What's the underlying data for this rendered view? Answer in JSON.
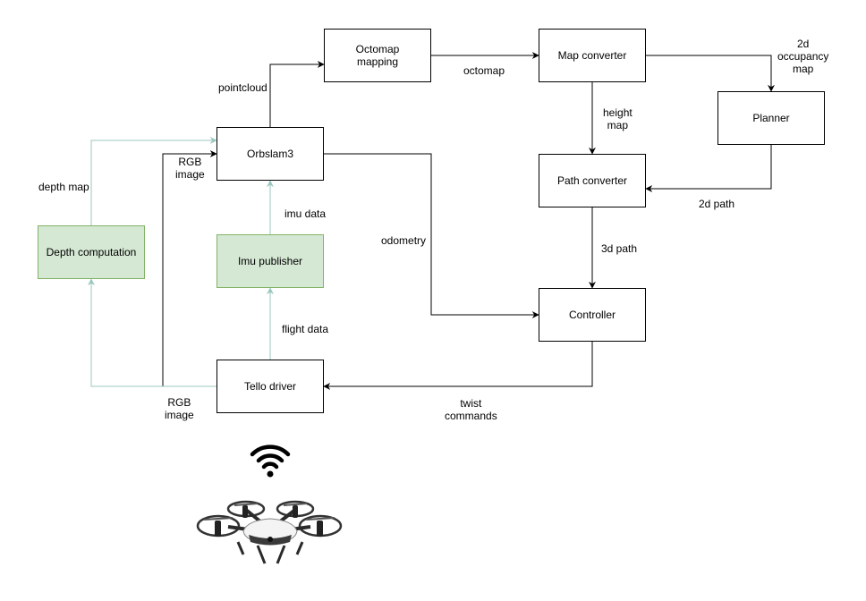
{
  "colors": {
    "black": "#000000",
    "teal": "#9ac7bf",
    "green_fill": "#d5e8d4",
    "green_border": "#82b366"
  },
  "nodes": {
    "octomap_mapping": "Octomap\nmapping",
    "map_converter": "Map converter",
    "planner": "Planner",
    "orbslam3": "Orbslam3",
    "path_converter": "Path converter",
    "depth_computation": "Depth computation",
    "imu_publisher": "Imu publisher",
    "controller": "Controller",
    "tello_driver": "Tello driver"
  },
  "edges": {
    "pointcloud": "pointcloud",
    "octomap": "octomap",
    "occupancy_map": "2d\noccupancy\nmap",
    "height_map": "height\nmap",
    "rgb_image_top": "RGB\nimage",
    "depth_map": "depth map",
    "imu_data": "imu data",
    "path_2d": "2d path",
    "odometry": "odometry",
    "path_3d": "3d path",
    "flight_data": "flight data",
    "rgb_image_bottom": "RGB\nimage",
    "twist_commands": "twist\ncommands"
  },
  "icons": {
    "wifi": "wifi-icon",
    "drone": "drone-icon"
  }
}
